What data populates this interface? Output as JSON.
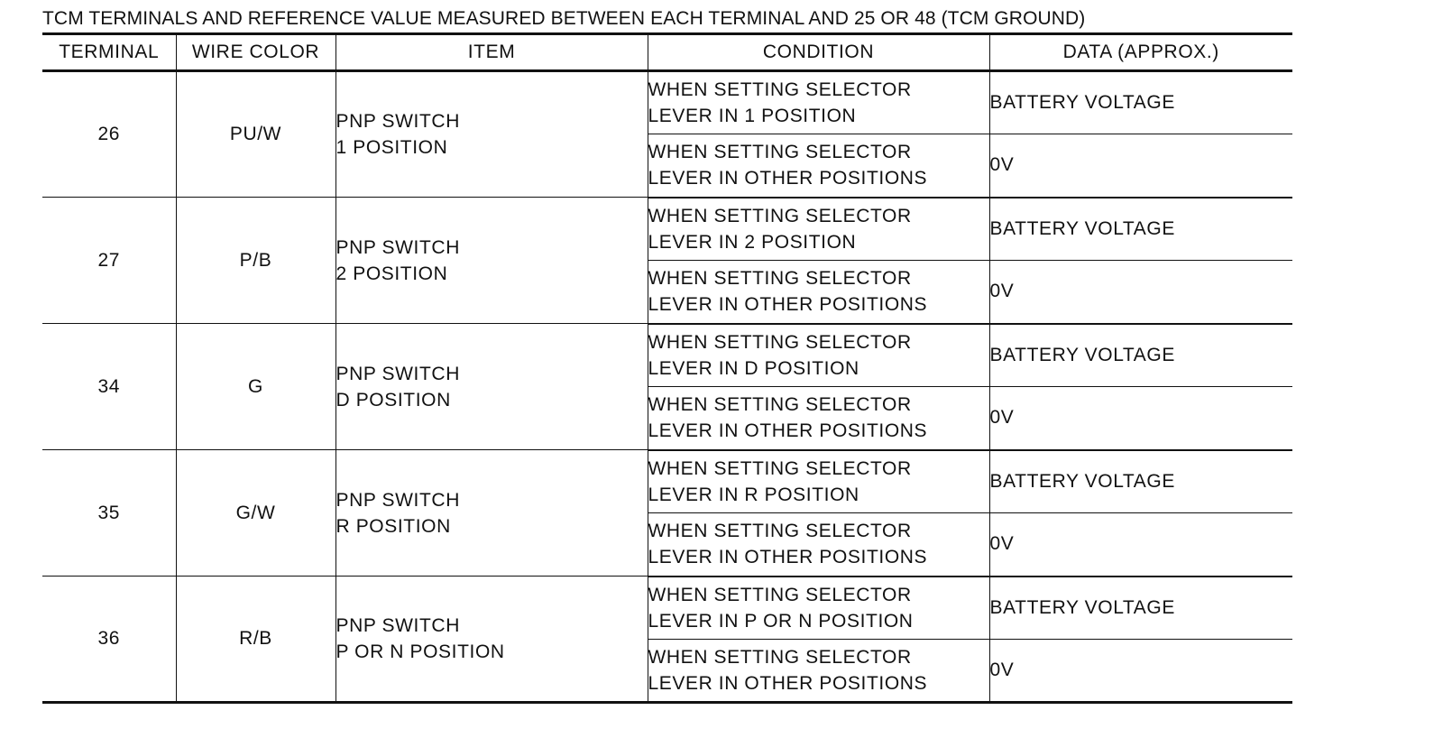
{
  "title": "TCM TERMINALS AND REFERENCE VALUE MEASURED BETWEEN EACH TERMINAL AND 25 OR 48 (TCM GROUND)",
  "columns": {
    "terminal": "TERMINAL",
    "wire_color": "WIRE COLOR",
    "item": "ITEM",
    "condition": "CONDITION",
    "data": "DATA (APPROX.)"
  },
  "rows": [
    {
      "terminal": "26",
      "wire_color": "PU/W",
      "item": [
        "PNP SWITCH",
        "1 POSITION"
      ],
      "conditions": [
        {
          "text": [
            "WHEN SETTING SELECTOR",
            "LEVER IN 1 POSITION"
          ],
          "data": "BATTERY VOLTAGE"
        },
        {
          "text": [
            "WHEN SETTING SELECTOR",
            "LEVER IN OTHER POSITIONS"
          ],
          "data": "0V"
        }
      ]
    },
    {
      "terminal": "27",
      "wire_color": "P/B",
      "item": [
        "PNP SWITCH",
        "2 POSITION"
      ],
      "conditions": [
        {
          "text": [
            "WHEN SETTING SELECTOR",
            "LEVER IN 2 POSITION"
          ],
          "data": "BATTERY VOLTAGE"
        },
        {
          "text": [
            "WHEN SETTING SELECTOR",
            "LEVER IN OTHER POSITIONS"
          ],
          "data": "0V"
        }
      ]
    },
    {
      "terminal": "34",
      "wire_color": "G",
      "item": [
        "PNP SWITCH",
        "D POSITION"
      ],
      "conditions": [
        {
          "text": [
            "WHEN SETTING SELECTOR",
            "LEVER IN D POSITION"
          ],
          "data": "BATTERY VOLTAGE"
        },
        {
          "text": [
            "WHEN SETTING SELECTOR",
            "LEVER IN OTHER POSITIONS"
          ],
          "data": "0V"
        }
      ]
    },
    {
      "terminal": "35",
      "wire_color": "G/W",
      "item": [
        "PNP SWITCH",
        "R POSITION"
      ],
      "conditions": [
        {
          "text": [
            "WHEN SETTING SELECTOR",
            "LEVER IN R POSITION"
          ],
          "data": "BATTERY VOLTAGE"
        },
        {
          "text": [
            "WHEN SETTING SELECTOR",
            "LEVER IN OTHER POSITIONS"
          ],
          "data": "0V"
        }
      ]
    },
    {
      "terminal": "36",
      "wire_color": "R/B",
      "item": [
        "PNP SWITCH",
        "P OR N POSITION"
      ],
      "conditions": [
        {
          "text": [
            "WHEN SETTING SELECTOR",
            "LEVER IN P OR N POSITION"
          ],
          "data": "BATTERY VOLTAGE"
        },
        {
          "text": [
            "WHEN SETTING SELECTOR",
            "LEVER IN OTHER POSITIONS"
          ],
          "data": "0V"
        }
      ]
    }
  ]
}
